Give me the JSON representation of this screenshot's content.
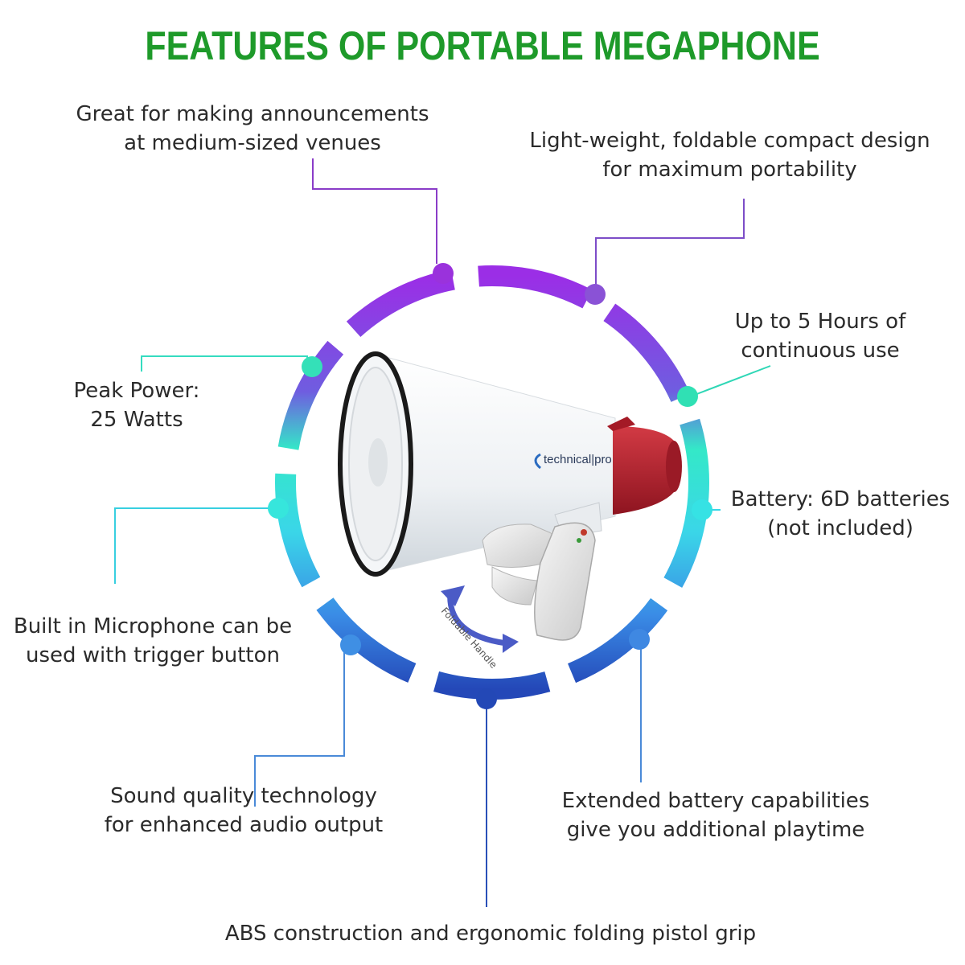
{
  "title": "FEATURES OF  PORTABLE MEGAPHONE",
  "features": {
    "announcements": [
      "Great for making announcements",
      "at medium-sized venues"
    ],
    "portability": [
      "Light-weight, foldable compact design",
      "for maximum portability"
    ],
    "hours": [
      "Up to 5 Hours of",
      "continuous use"
    ],
    "power": [
      "Peak Power:",
      "25 Watts"
    ],
    "battery": [
      "Battery: 6D batteries",
      "(not included)"
    ],
    "microphone": [
      "Built in Microphone can be",
      "used with trigger button"
    ],
    "sound": [
      "Sound quality technology",
      "for enhanced audio output"
    ],
    "extended": [
      "Extended battery capabilities",
      "give you additional playtime"
    ],
    "abs": [
      "ABS construction and ergonomic folding pistol grip"
    ]
  },
  "product": {
    "brand_logo": "technical|pro",
    "handle_label": "Foldable Handle"
  },
  "colors": {
    "title": "#1e9a2a",
    "purple": "#8a2be2",
    "teal": "#2de6c8",
    "blue": "#2a55c8",
    "megaphone_red": "#b01c2a"
  }
}
